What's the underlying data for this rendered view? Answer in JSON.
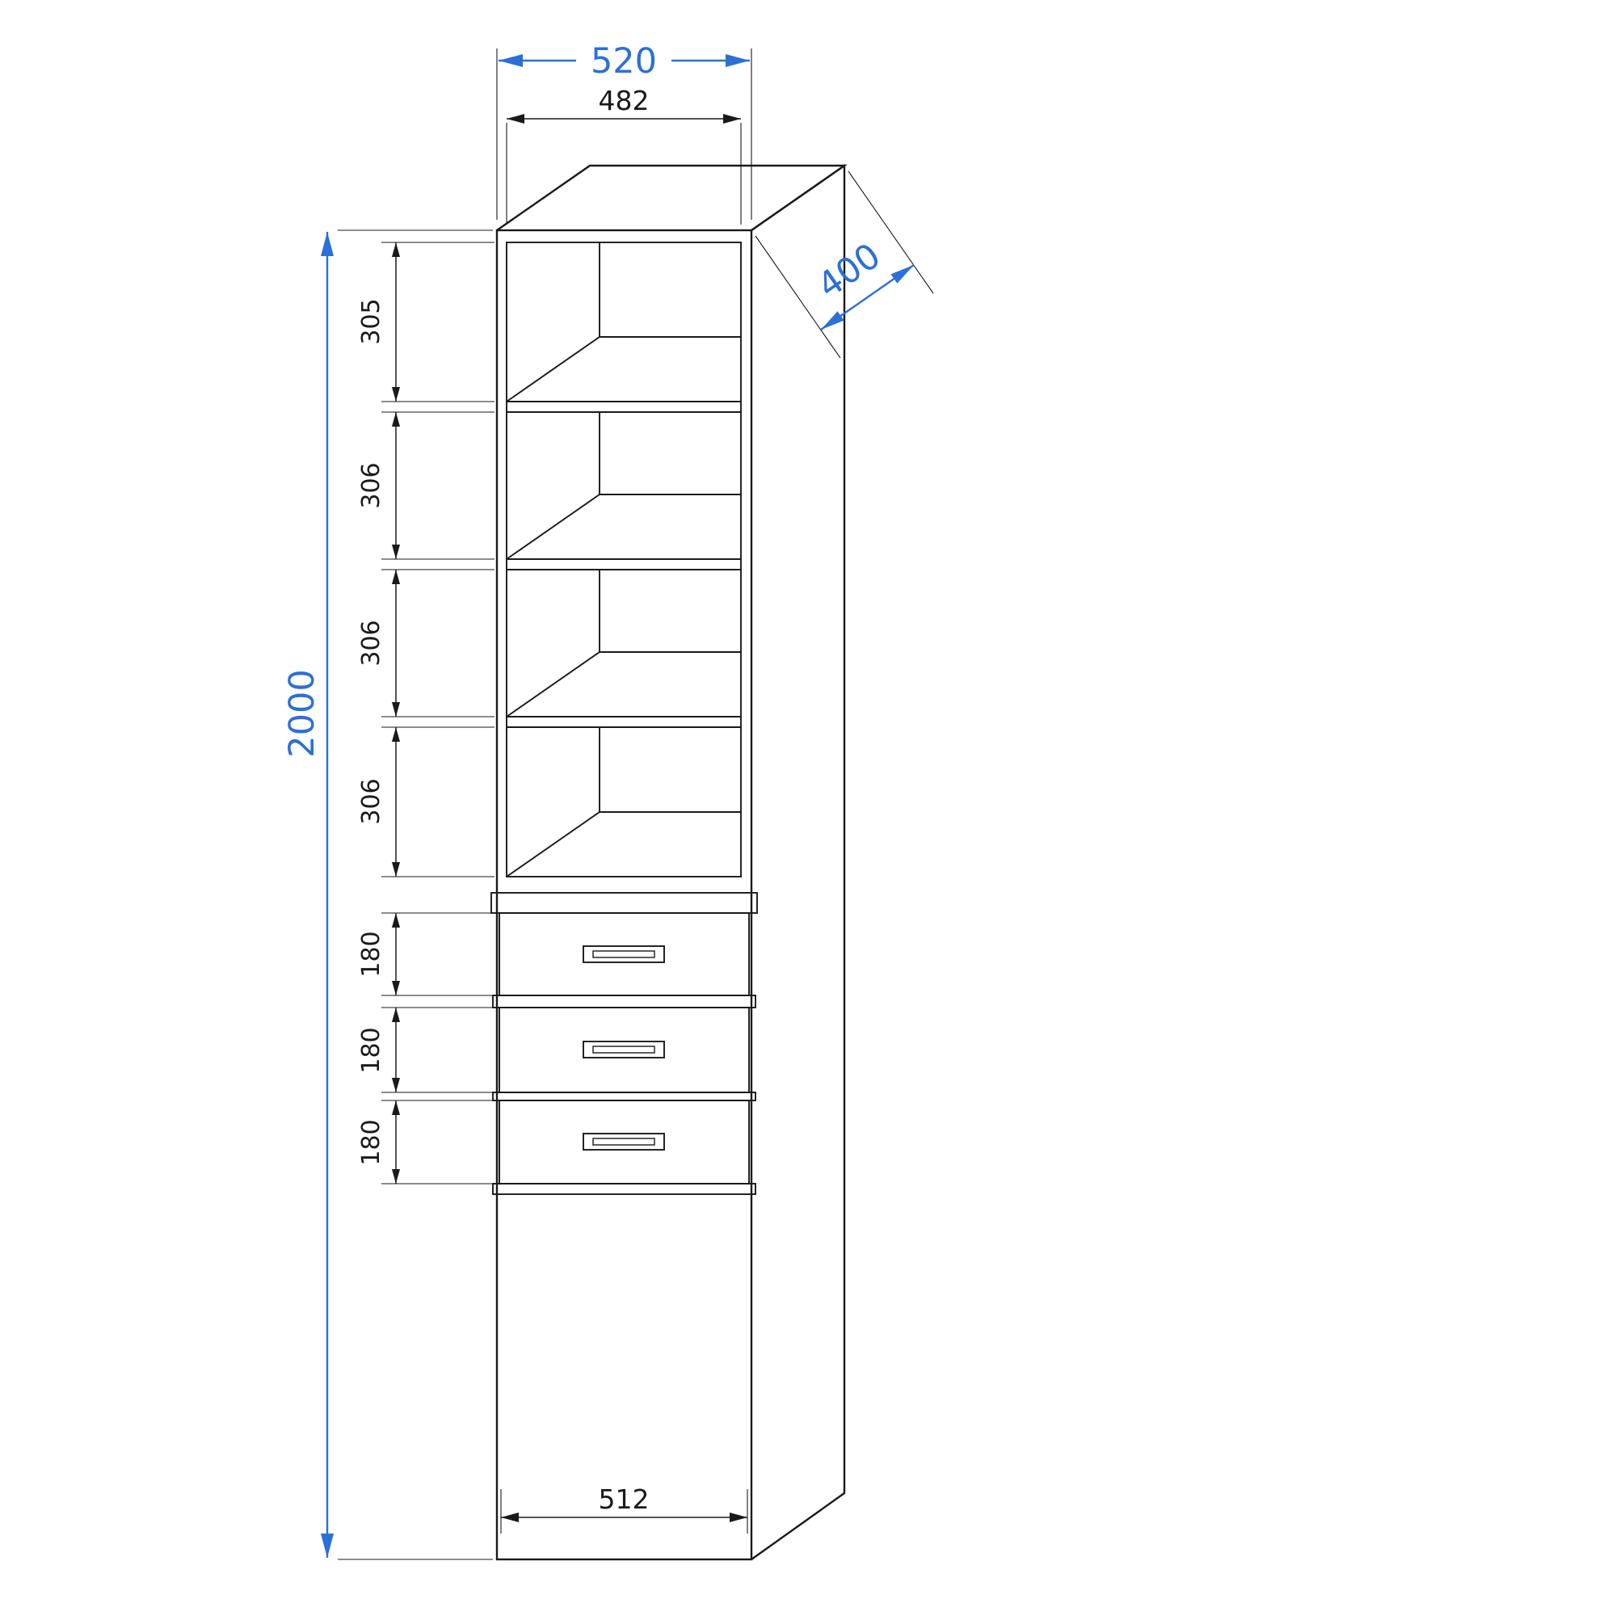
{
  "drawing": {
    "colors": {
      "dimension_accent": "#2b6fd9",
      "line": "#1a1a1a",
      "background": "#ffffff"
    },
    "dimensions": {
      "overall_width": "520",
      "inner_width": "482",
      "overall_height": "2000",
      "depth": "400",
      "shelf_spacings": [
        "305",
        "306",
        "306",
        "306"
      ],
      "drawer_heights": [
        "180",
        "180",
        "180"
      ],
      "drawer_width": "512"
    }
  }
}
